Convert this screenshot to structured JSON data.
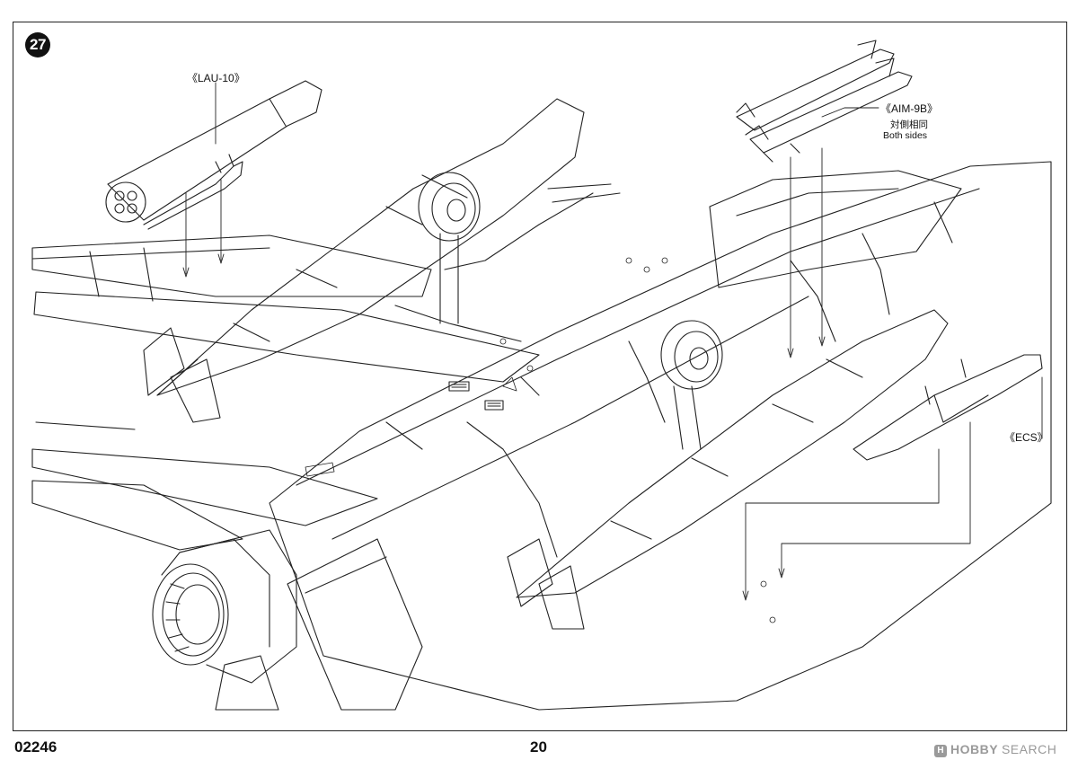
{
  "step": {
    "number": "27"
  },
  "callouts": {
    "lau10": "《LAU-10》",
    "aim9b": "《AIM-9B》",
    "aim9b_note_cn": "対側相同",
    "aim9b_note_en": "Both sides",
    "ecs": "《ECS》"
  },
  "footer": {
    "code": "02246",
    "page": "20"
  },
  "watermark": {
    "logo": "H",
    "brand": "HOBBY",
    "word": "SEARCH"
  },
  "colors": {
    "line": "#222222",
    "background": "#ffffff",
    "watermark": "#9a9a9a"
  },
  "icons": {
    "watermark_logo": "hobby-search-logo-icon"
  }
}
